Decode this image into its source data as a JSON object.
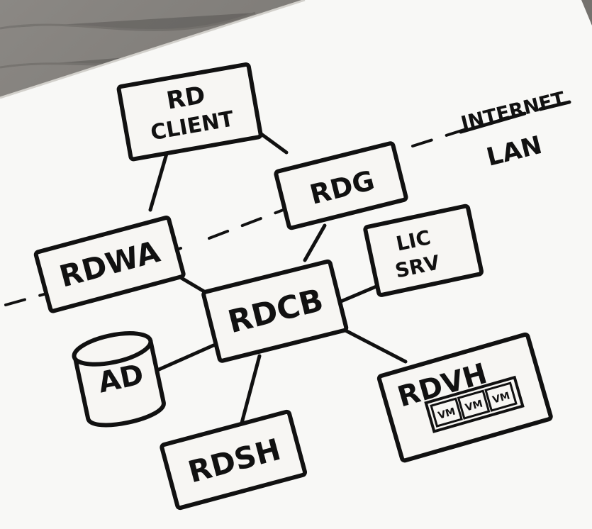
{
  "diagram": {
    "nodes": {
      "rd_client": [
        "RD",
        "CLIENT"
      ],
      "rdg": "RDG",
      "rdwa": "RDWA",
      "rdcb": "RDCB",
      "lic_srv": [
        "LIC",
        "SRV"
      ],
      "ad": "AD",
      "rdsh": "RDSH",
      "rdvh": "RDVH",
      "vm_labels": [
        "VM",
        "VM",
        "VM"
      ]
    },
    "zones": {
      "internet": "INTERNET",
      "lan": "LAN"
    },
    "edges": [
      [
        "rd_client",
        "rdg"
      ],
      [
        "rd_client",
        "rdwa"
      ],
      [
        "rdg",
        "rdcb"
      ],
      [
        "rdwa",
        "rdcb"
      ],
      [
        "rdcb",
        "lic_srv"
      ],
      [
        "rdcb",
        "ad"
      ],
      [
        "rdcb",
        "rdsh"
      ],
      [
        "rdcb",
        "rdvh"
      ]
    ],
    "colors": {
      "ink": "#111111",
      "napkin": "#f7f6f3",
      "table": "#7d7b77"
    }
  }
}
